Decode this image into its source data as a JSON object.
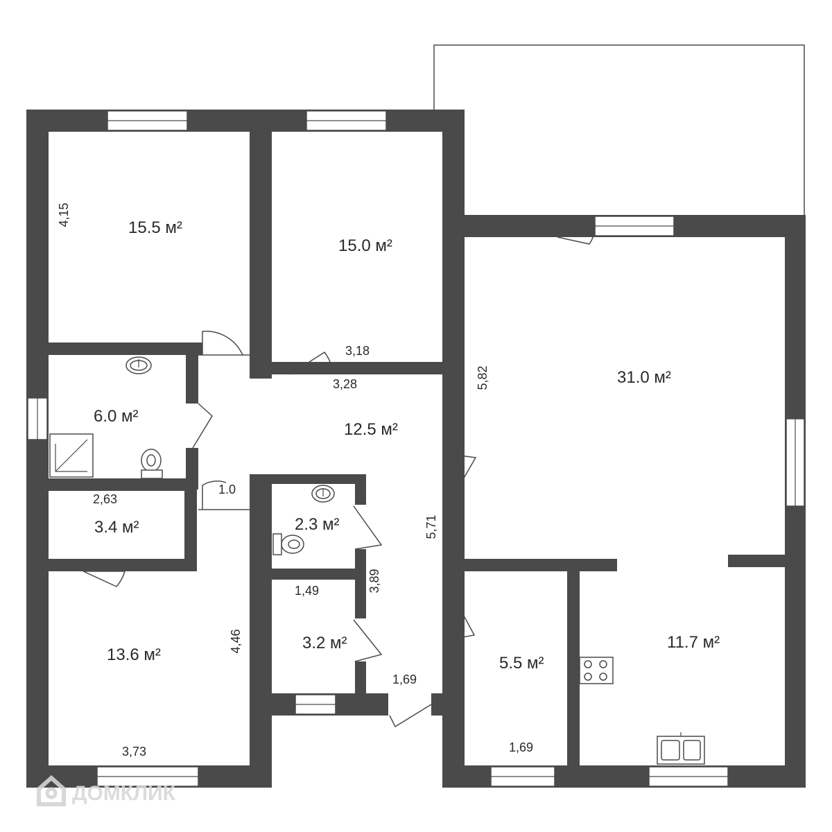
{
  "rooms": [
    {
      "id": "bedroom-top-left",
      "area": "15.5 м²"
    },
    {
      "id": "bedroom-top-middle",
      "area": "15.0 м²"
    },
    {
      "id": "living-room",
      "area": "31.0 м²"
    },
    {
      "id": "bathroom",
      "area": "6.0 м²"
    },
    {
      "id": "hallway",
      "area": "12.5 м²"
    },
    {
      "id": "closet",
      "area": "3.4 м²"
    },
    {
      "id": "toilet",
      "area": "2.3 м²"
    },
    {
      "id": "bedroom-bottom-left",
      "area": "13.6 м²"
    },
    {
      "id": "storage",
      "area": "3.2 м²"
    },
    {
      "id": "small-room",
      "area": "5.5 м²"
    },
    {
      "id": "kitchen",
      "area": "11.7 м²"
    }
  ],
  "dimensions": [
    "4,15",
    "3,18",
    "3,28",
    "5,82",
    "2,63",
    "1.0",
    "5,71",
    "3,89",
    "1,49",
    "4,46",
    "1,69",
    "1,69",
    "3,73"
  ],
  "watermark": {
    "text": "ДОМКЛИК",
    "icon": "house-logo-icon"
  }
}
